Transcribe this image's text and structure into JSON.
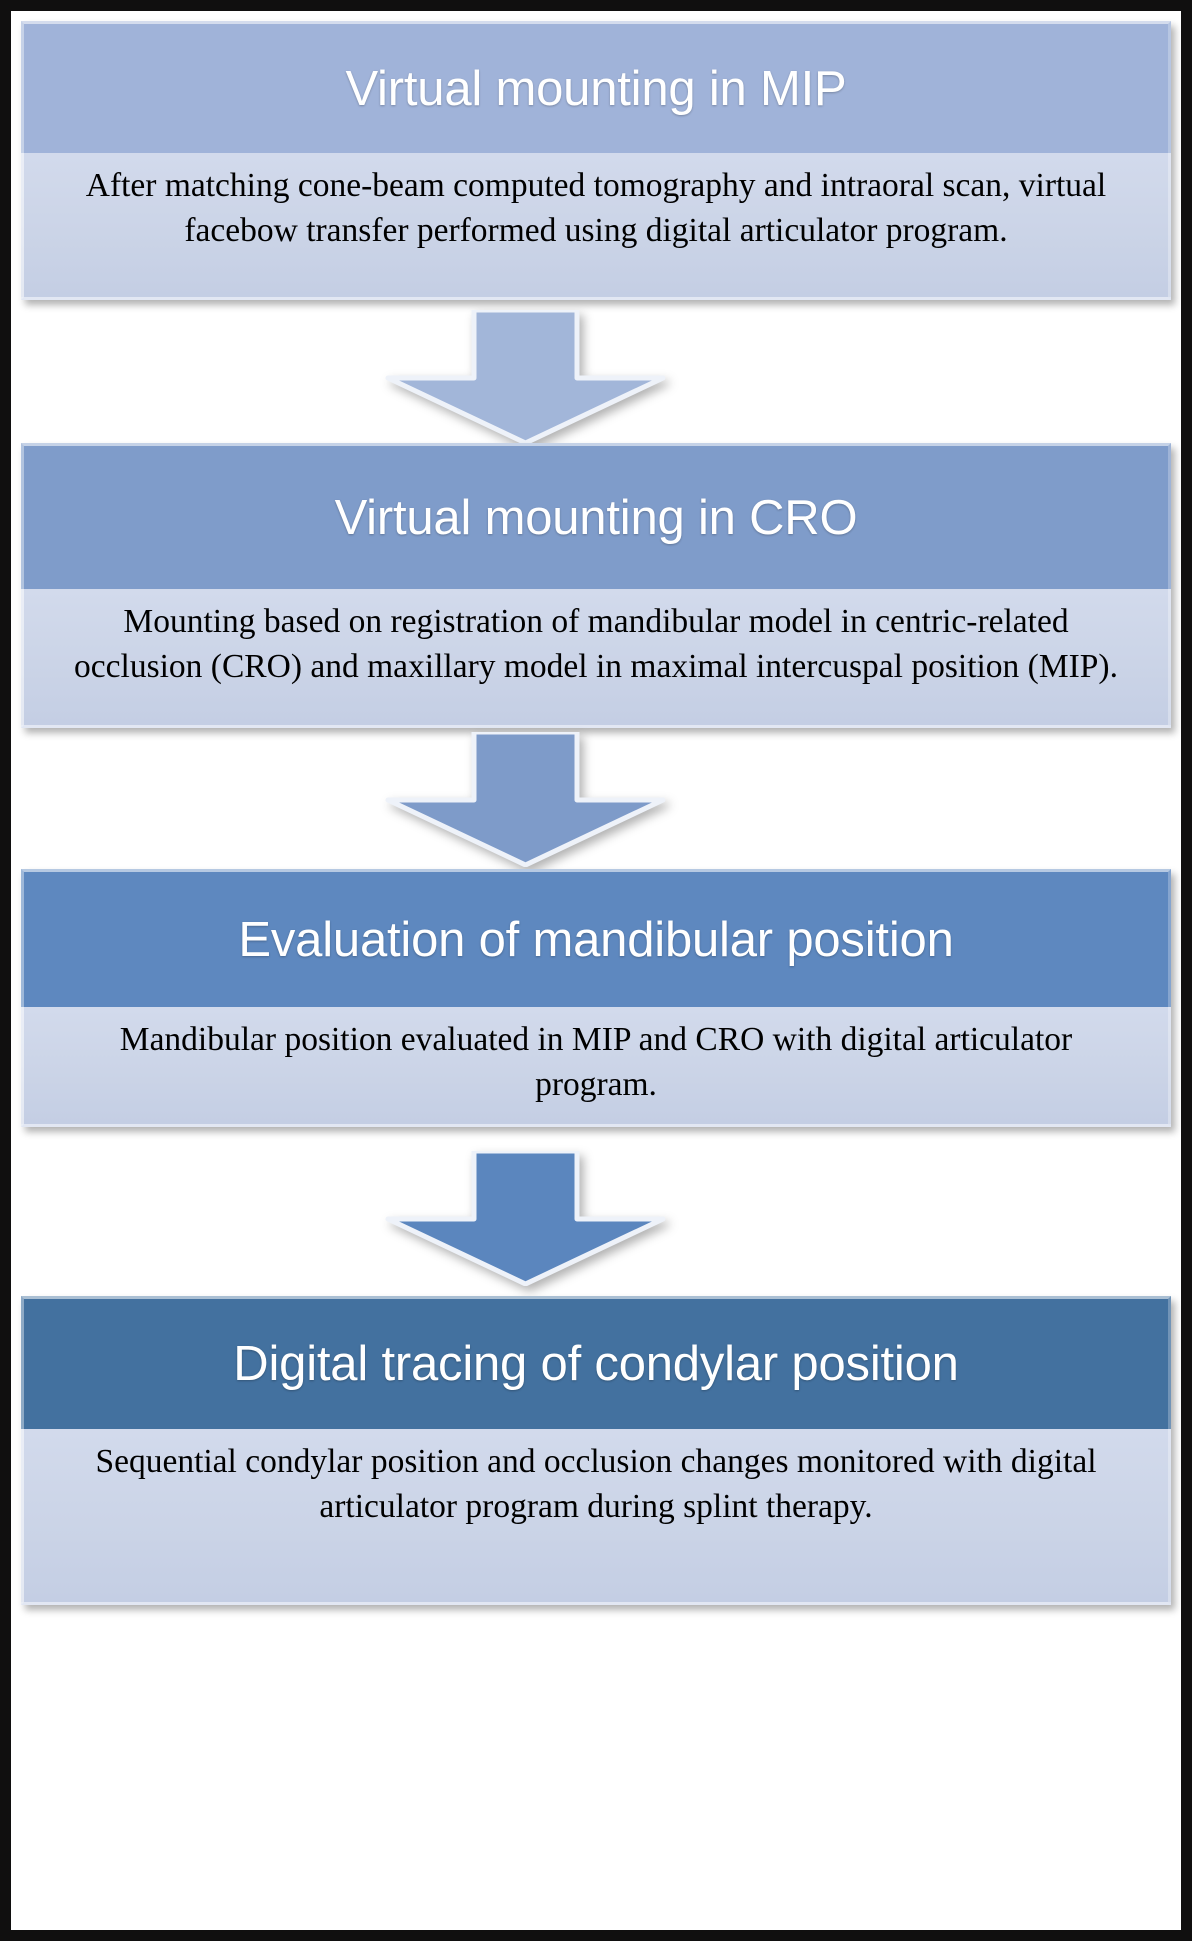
{
  "figure": {
    "type": "flowchart",
    "orientation": "vertical",
    "frame_border_color": "#100f0f",
    "background_color": "#ffffff",
    "body_fill_color": "#ccd4e8",
    "steps": [
      {
        "index": 1,
        "title": "Virtual mounting in MIP",
        "description": "After matching cone-beam computed tomography and intraoral scan, virtual facebow transfer performed using digital articulator program.",
        "header_color": "#a0b3d9",
        "title_color": "#ffffff"
      },
      {
        "index": 2,
        "title": "Virtual mounting in CRO",
        "description": "Mounting based on registration of mandibular model in centric-related occlusion (CRO) and maxillary model in maximal intercuspal  position (MIP).",
        "header_color": "#7f9cca",
        "title_color": "#ffffff"
      },
      {
        "index": 3,
        "title": "Evaluation of mandibular position",
        "description": "Mandibular  position evaluated in MIP and CRO with digital articulator program.",
        "header_color": "#5e88bf",
        "title_color": "#ffffff"
      },
      {
        "index": 4,
        "title": "Digital tracing of condylar position",
        "description": "Sequential condylar position and occlusion changes monitored with digital articulator program during splint therapy.",
        "header_color": "#43719f",
        "title_color": "#ffffff"
      }
    ],
    "connectors": [
      {
        "index": 1,
        "from_step": 1,
        "to_step": 2,
        "icon": "down-arrow-icon",
        "color": "#a2b6d9"
      },
      {
        "index": 2,
        "from_step": 2,
        "to_step": 3,
        "icon": "down-arrow-icon",
        "color": "#7e9bc9"
      },
      {
        "index": 3,
        "from_step": 3,
        "to_step": 4,
        "icon": "down-arrow-icon",
        "color": "#5b86be"
      }
    ]
  }
}
